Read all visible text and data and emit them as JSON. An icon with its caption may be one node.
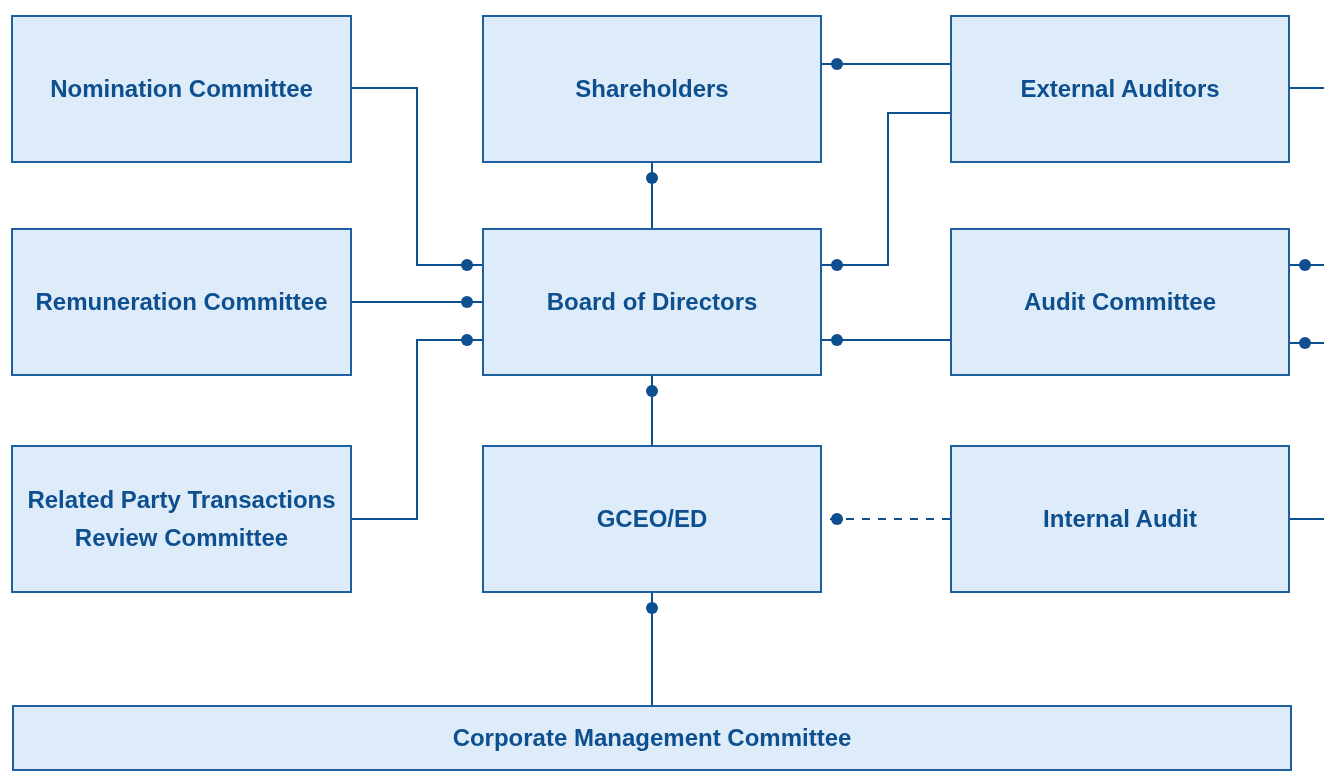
{
  "diagram": {
    "nodes": [
      {
        "text": [
          "Nomination Committee"
        ]
      },
      {
        "text": [
          "Shareholders"
        ]
      },
      {
        "text": [
          "External Auditors"
        ]
      },
      {
        "text": [
          "Remuneration Committee"
        ]
      },
      {
        "text": [
          "Board of Directors"
        ]
      },
      {
        "text": [
          "Audit Committee"
        ]
      },
      {
        "text": [
          "Related Party Transactions Review Committee"
        ]
      },
      {
        "text": [
          "GCEO/ED"
        ]
      },
      {
        "text": [
          "Internal Audit"
        ]
      },
      {
        "text": [
          "Corporate Management Committee"
        ]
      }
    ],
    "edges": [
      {
        "from": 0,
        "to": 4,
        "arrow": "other"
      },
      {
        "from": 3,
        "to": 4,
        "arrow": "other"
      },
      {
        "from": 6,
        "to": 4,
        "arrow": "other"
      },
      {
        "from": 4,
        "to": 1,
        "arrow": "other"
      },
      {
        "from": 7,
        "to": 4,
        "arrow": "other"
      },
      {
        "from": 9,
        "to": 7,
        "arrow": "other"
      },
      {
        "from": 2,
        "to": 1,
        "arrow": "other"
      },
      {
        "from": 2,
        "to": 4,
        "arrow": "other"
      },
      {
        "from": 5,
        "to": 4,
        "arrow": "other"
      },
      {
        "from": 8,
        "to": 7,
        "arrow": "other",
        "style": "dashed"
      },
      {
        "from": 2,
        "to": null,
        "arrow": "none"
      },
      {
        "from": null,
        "to": 5,
        "arrow": "other"
      },
      {
        "from": null,
        "to": 5,
        "arrow": "other"
      },
      {
        "from": 8,
        "to": null,
        "arrow": "none"
      }
    ]
  }
}
